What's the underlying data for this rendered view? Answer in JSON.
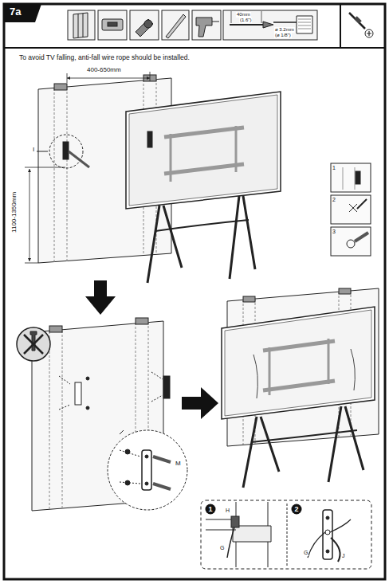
{
  "diagram": {
    "title": "To avoid TV falling, anti-fall wire rope should be installed.",
    "nodes": [
      {
        "text": [
          "7a"
        ]
      },
      {
        "text": [
          "1"
        ]
      },
      {
        "text": [
          "2"
        ]
      },
      {
        "text": [
          "3"
        ]
      },
      {
        "text": [
          "1"
        ]
      },
      {
        "text": [
          "2"
        ]
      }
    ],
    "labels": [
      "40mm",
      "(1.6\")",
      "ø 3.2mm",
      "(ø 1/8\")",
      "400-650mm",
      "1100-1350mm",
      "I",
      "M",
      "H",
      "G",
      "G",
      "J"
    ]
  }
}
